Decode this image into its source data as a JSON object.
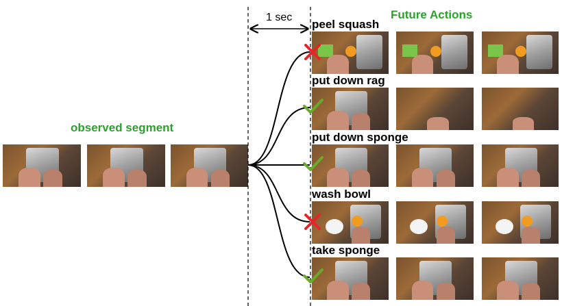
{
  "observed_label": "observed segment",
  "future_label": "Future Actions",
  "interval_label": "1 sec",
  "colors": {
    "green": "#2ca02c",
    "red": "#e8242a",
    "check": "#6aaa2b"
  },
  "observed_frames": [
    {
      "scene": "washing-sink"
    },
    {
      "scene": "washing-sink"
    },
    {
      "scene": "washing-sink"
    }
  ],
  "actions": [
    {
      "label": "peel squash",
      "status": "cross",
      "frames": [
        "squash",
        "squash",
        "squash"
      ]
    },
    {
      "label": "put down rag",
      "status": "check",
      "frames": [
        "sink",
        "counter",
        "counter"
      ]
    },
    {
      "label": "put down sponge",
      "status": "check",
      "frames": [
        "sink",
        "sink",
        "sink"
      ]
    },
    {
      "label": "wash bowl",
      "status": "cross",
      "frames": [
        "bowl",
        "bowl",
        "bowl"
      ]
    },
    {
      "label": "take sponge",
      "status": "check",
      "frames": [
        "sink",
        "sink",
        "sink"
      ]
    }
  ]
}
